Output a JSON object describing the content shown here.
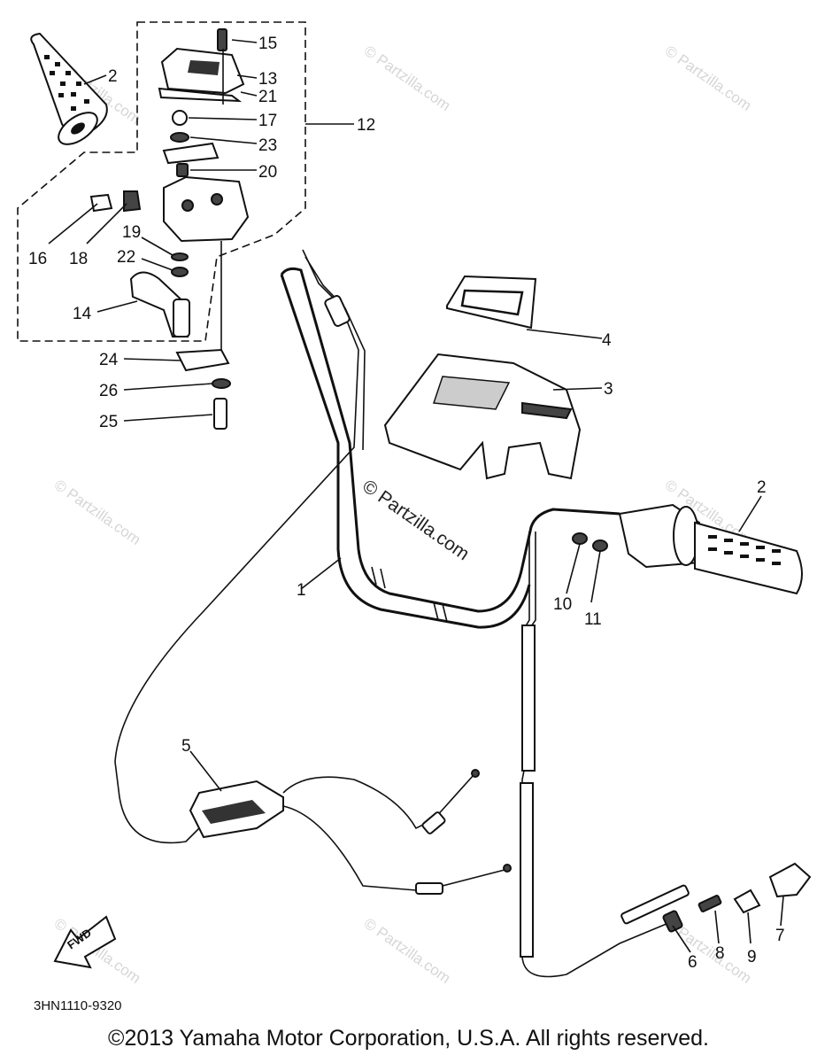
{
  "parts": {
    "p1": "1",
    "p2a": "2",
    "p2b": "2",
    "p3": "3",
    "p4": "4",
    "p5": "5",
    "p6": "6",
    "p7": "7",
    "p8": "8",
    "p9": "9",
    "p10": "10",
    "p11": "11",
    "p12": "12",
    "p13": "13",
    "p14": "14",
    "p15": "15",
    "p16": "16",
    "p17": "17",
    "p18": "18",
    "p19": "19",
    "p20": "20",
    "p21": "21",
    "p22": "22",
    "p23": "23",
    "p24": "24",
    "p25": "25",
    "p26": "26"
  },
  "fwd_label": "FWD",
  "diagram_code": "3HN1110-9320",
  "watermark": "© Partzilla.com",
  "copyright": "©2013 Yamaha Motor Corporation, U.S.A. All rights reserved."
}
